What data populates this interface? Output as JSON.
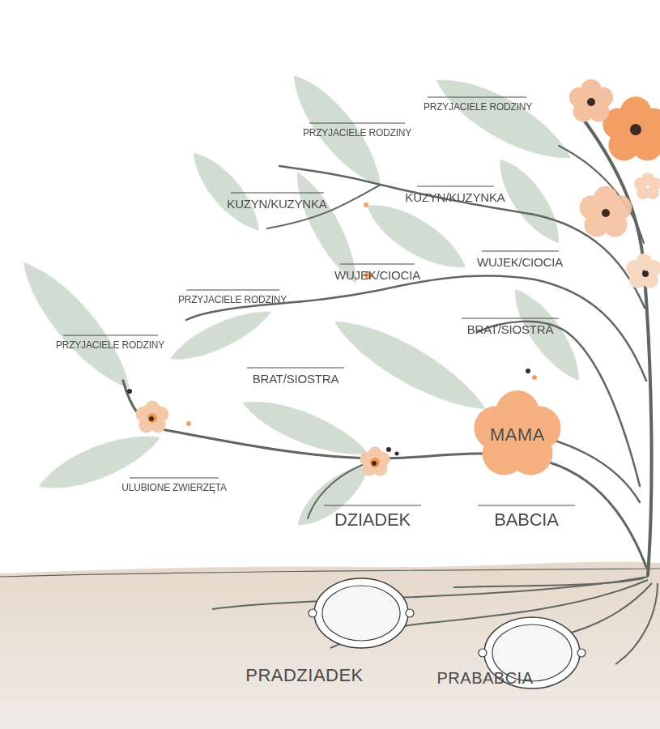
{
  "diagram": {
    "nodes": [
      {
        "text": [
          "MAMA"
        ]
      },
      {
        "text": [
          "PRADZIADEK"
        ]
      },
      {
        "text": [
          "PRABABCIA"
        ]
      }
    ],
    "labels": [
      "PRZYJACIELE RODZINY",
      "PRZYJACIELE RODZINY",
      "KUZYN/KUZYNKA",
      "KUZYN/KUZYNKA",
      "WUJEK/CIOCIA",
      "WUJEK/CIOCIA",
      "PRZYJACIELE RODZINY",
      "BRAT/SIOSTRA",
      "PRZYJACIELE RODZINY",
      "BRAT/SIOSTRA",
      "ULUBIONE ZWIERZĘTA",
      "DZIADEK",
      "BABCIA"
    ]
  }
}
